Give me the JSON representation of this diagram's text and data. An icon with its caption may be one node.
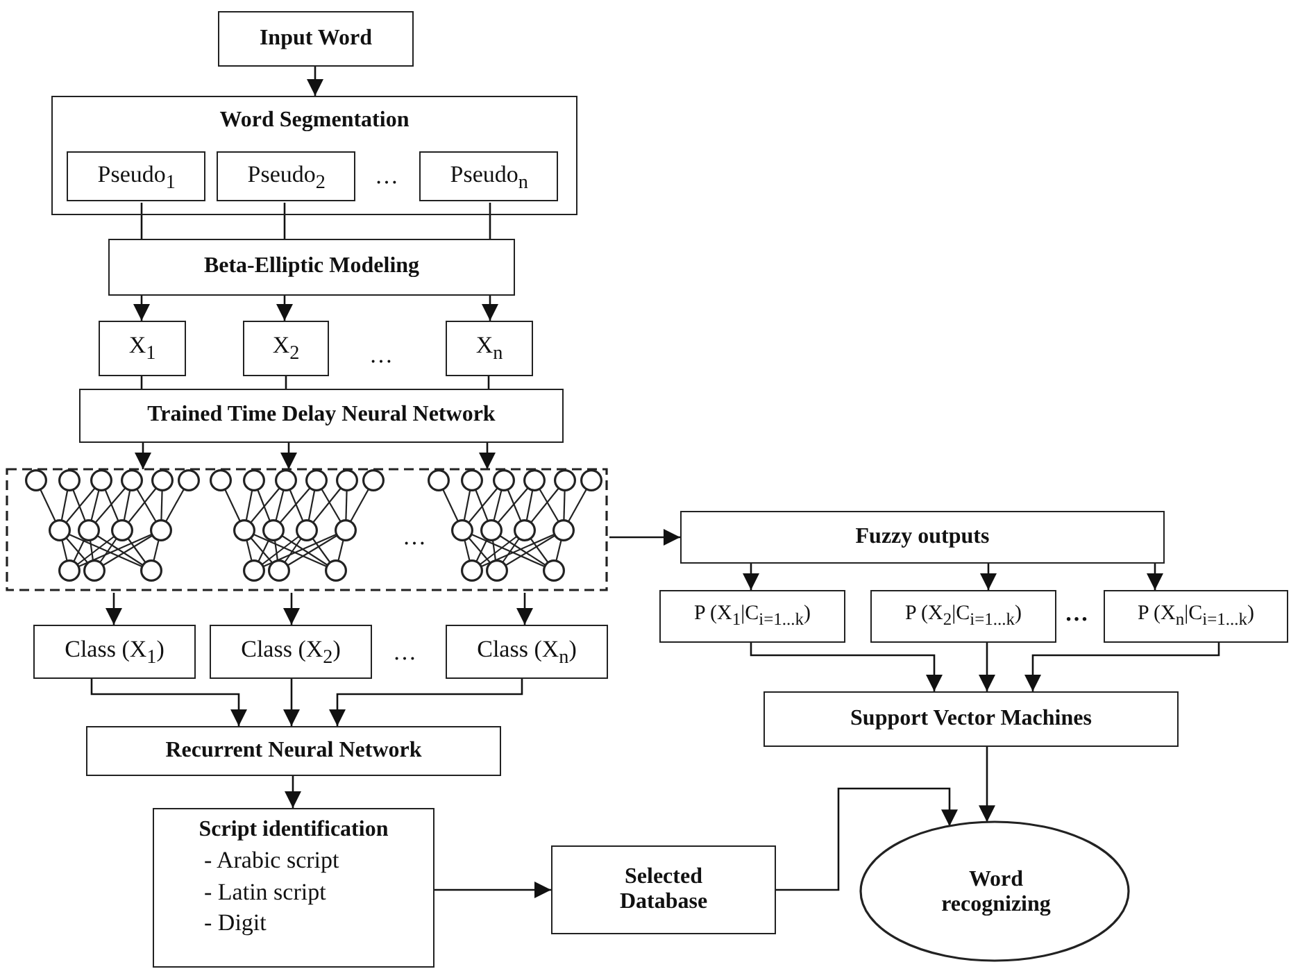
{
  "diagram": {
    "nodes": [
      {
        "text": [
          "Input Word"
        ]
      },
      {
        "text": [
          "Word Segmentation"
        ]
      },
      {
        "text": [
          "Pseudo$_{1}$"
        ],
        "in": 1
      },
      {
        "text": [
          "Pseudo$_{2}$"
        ],
        "in": 1
      },
      {
        "text": [
          "Pseudo$_{n}$"
        ],
        "in": 1
      },
      {
        "text": [
          "Beta-Elliptic Modeling"
        ]
      },
      {
        "text": [
          "X$_{1}$"
        ]
      },
      {
        "text": [
          "X$_{2}$"
        ]
      },
      {
        "text": [
          "X$_{n}$"
        ]
      },
      {
        "text": [
          "Trained Time Delay Neural Network"
        ]
      },
      {
        "text": [],
        "shape": "box"
      },
      {
        "text": [
          "Class (X$_{1}$)"
        ]
      },
      {
        "text": [
          "Class (X$_{2}$)"
        ]
      },
      {
        "text": [
          "Class (X$_{n}$)"
        ]
      },
      {
        "text": [
          "Recurrent Neural Network"
        ]
      },
      {
        "text": [
          "Script identification",
          "- Arabic script",
          "- Latin script",
          "- Digit"
        ]
      },
      {
        "text": [
          "Fuzzy outputs"
        ]
      },
      {
        "text": [
          "P (X$_{1}$|C$_{i=1...k}$)"
        ]
      },
      {
        "text": [
          "P (X$_{2}$|C$_{i=1...k}$)"
        ]
      },
      {
        "text": [
          "P (X$_{n}$|C$_{i=1...k}$)"
        ]
      },
      {
        "text": [
          "Support Vector Machines"
        ]
      },
      {
        "text": [
          "Selected Database"
        ]
      },
      {
        "text": [
          "Word recognizing"
        ]
      }
    ],
    "edges": [
      {
        "from": 0,
        "to": 1,
        "arrow": "to"
      },
      {
        "from": 2,
        "to": 5,
        "arrow": "none"
      },
      {
        "from": 3,
        "to": 5,
        "arrow": "none"
      },
      {
        "from": 4,
        "to": 5,
        "arrow": "none"
      },
      {
        "from": 5,
        "to": 6,
        "arrow": "to"
      },
      {
        "from": 5,
        "to": 7,
        "arrow": "to"
      },
      {
        "from": 5,
        "to": 8,
        "arrow": "to"
      },
      {
        "from": 6,
        "to": 9,
        "arrow": "none"
      },
      {
        "from": 7,
        "to": 9,
        "arrow": "none"
      },
      {
        "from": 8,
        "to": 9,
        "arrow": "none"
      },
      {
        "from": 9,
        "to": 10,
        "arrow": "to"
      },
      {
        "from": 9,
        "to": 10,
        "arrow": "to"
      },
      {
        "from": 9,
        "to": 10,
        "arrow": "to"
      },
      {
        "from": 10,
        "to": 11,
        "arrow": "to"
      },
      {
        "from": 10,
        "to": 12,
        "arrow": "to"
      },
      {
        "from": 10,
        "to": 13,
        "arrow": "to"
      },
      {
        "from": 10,
        "to": 16,
        "arrow": "to"
      },
      {
        "from": 16,
        "to": 17,
        "arrow": "to"
      },
      {
        "from": 16,
        "to": 18,
        "arrow": "to"
      },
      {
        "from": 16,
        "to": 19,
        "arrow": "to"
      },
      {
        "from": 11,
        "to": 14,
        "arrow": "to"
      },
      {
        "from": 12,
        "to": 14,
        "arrow": "to"
      },
      {
        "from": 13,
        "to": 14,
        "arrow": "to"
      },
      {
        "from": 17,
        "to": 20,
        "arrow": "to"
      },
      {
        "from": 18,
        "to": 20,
        "arrow": "to"
      },
      {
        "from": 19,
        "to": 20,
        "arrow": "to"
      },
      {
        "from": 14,
        "to": 15,
        "arrow": "to"
      },
      {
        "from": 15,
        "to": 21,
        "arrow": "to"
      },
      {
        "from": 21,
        "to": 22,
        "arrow": "to"
      },
      {
        "from": 20,
        "to": 22,
        "arrow": "to"
      }
    ],
    "labels": [
      "…",
      "…",
      "…",
      "…",
      "…"
    ]
  }
}
